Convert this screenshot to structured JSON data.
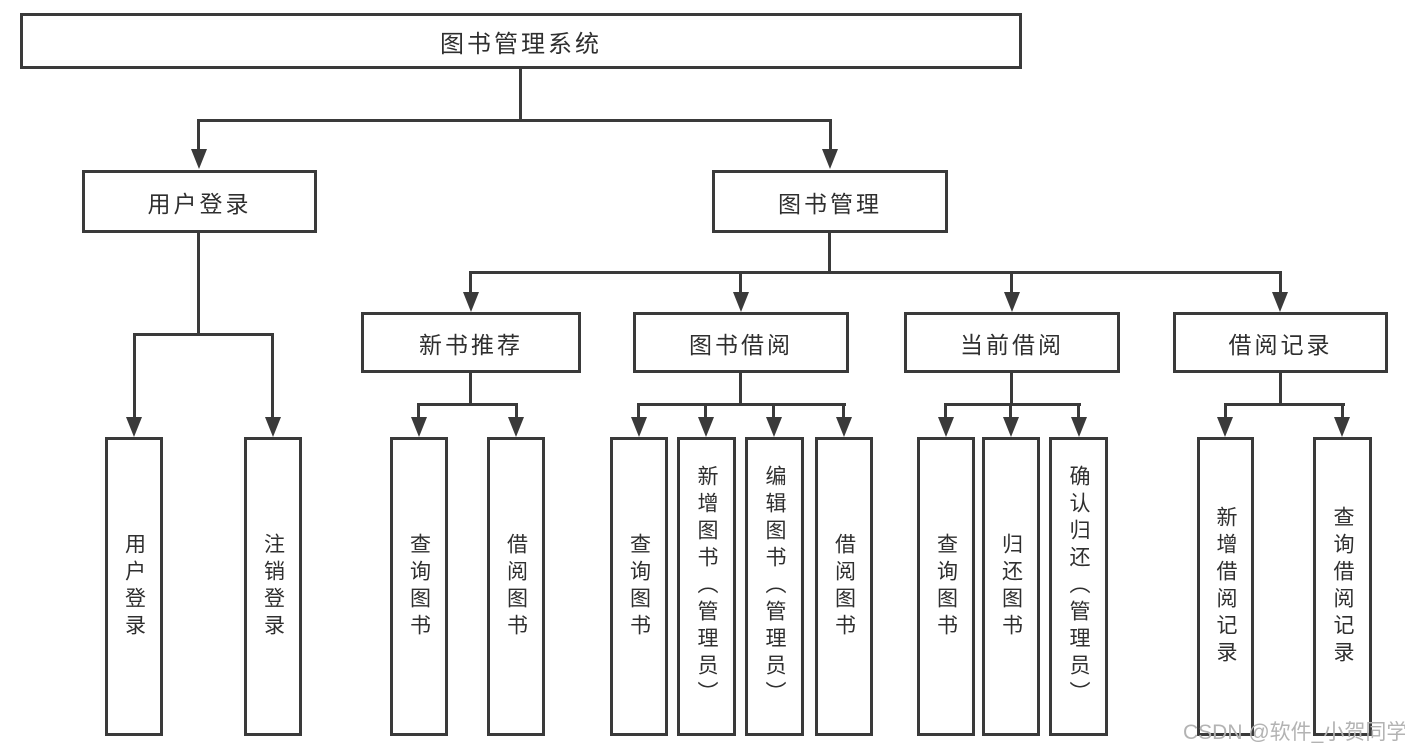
{
  "tree": {
    "root": {
      "label": "图书管理系统"
    },
    "branches": [
      {
        "label": "用户登录",
        "children": [
          "用户登录",
          "注销登录"
        ]
      },
      {
        "label": "图书管理",
        "children": [
          {
            "label": "新书推荐",
            "children": [
              "查询图书",
              "借阅图书"
            ]
          },
          {
            "label": "图书借阅",
            "children": [
              "查询图书",
              "新增图书（管理员）",
              "编辑图书（管理员）",
              "借阅图书"
            ]
          },
          {
            "label": "当前借阅",
            "children": [
              "查询图书",
              "归还图书",
              "确认归还（管理员）"
            ]
          },
          {
            "label": "借阅记录",
            "children": [
              "新增借阅记录",
              "查询借阅记录"
            ]
          }
        ]
      }
    ]
  },
  "watermark": "CSDN @软件_小贺同学",
  "colors": {
    "line": "#3a3a3a",
    "text": "#2f2f2f",
    "watermark": "#b3b3b3",
    "background": "#ffffff"
  }
}
